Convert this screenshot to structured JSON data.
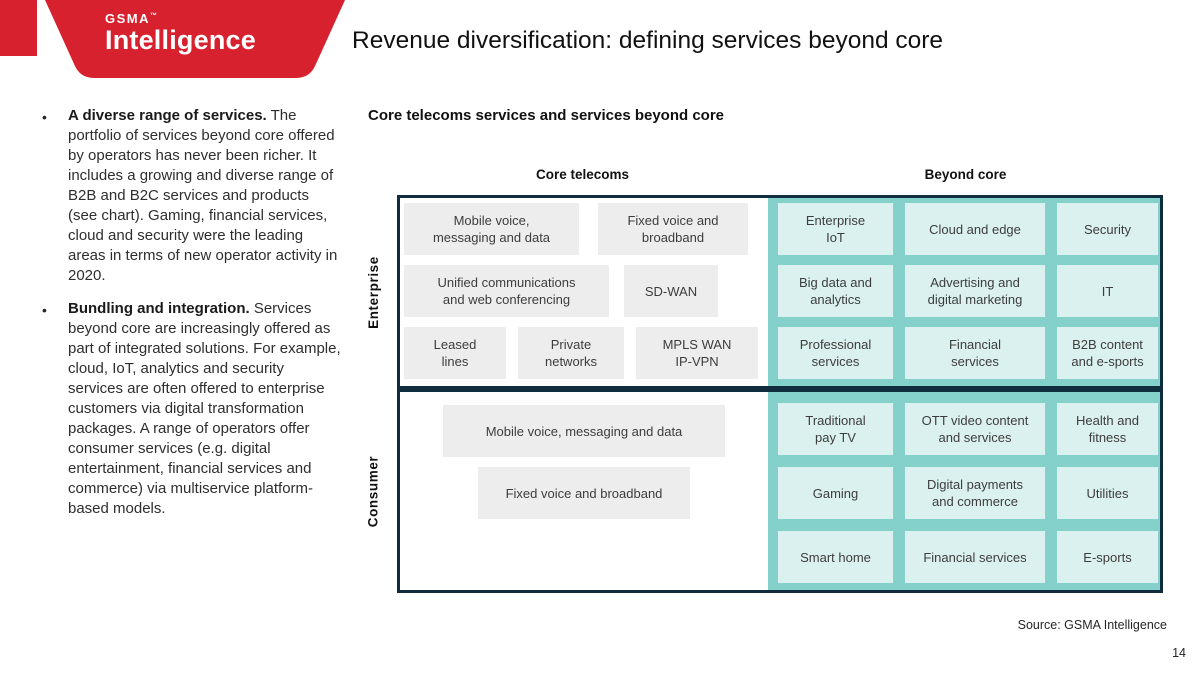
{
  "logo": {
    "brand": "GSMA",
    "tm": "™",
    "product": "Intelligence",
    "red": "#d7212e"
  },
  "header": {
    "title": "Revenue diversification: defining services beyond core"
  },
  "sidebar": {
    "bullets": [
      {
        "lead": "A diverse range of services.",
        "text": "The portfolio of services beyond core offered by operators has never been richer. It includes a growing and diverse range of B2B and B2C services and products (see chart). Gaming, financial services, cloud and security were the leading areas in terms of new operator activity in 2020."
      },
      {
        "lead": "Bundling and integration.",
        "text": "Services beyond core are increasingly offered as part of integrated solutions. For example, cloud, IoT, analytics and security services are often offered to enterprise customers via digital transformation packages. A range of operators offer consumer services (e.g. digital entertainment, financial services and commerce) via multiservice platform-based models."
      }
    ]
  },
  "chart": {
    "heading": "Core telecoms services and services beyond core",
    "col_headers": {
      "core": "Core telecoms",
      "beyond": "Beyond core"
    },
    "row_labels": {
      "enterprise": "Enterprise",
      "consumer": "Consumer"
    },
    "colors": {
      "band_teal": "#84d0ca",
      "cell_teal": "#daf1ef",
      "cell_gray": "#ededed",
      "frame_navy": "#0f2d3d"
    },
    "enterprise": {
      "core": [
        [
          "Mobile voice, messaging and data",
          "Fixed voice and broadband"
        ],
        [
          "Unified communications and web conferencing",
          "SD-WAN"
        ],
        [
          "Leased lines",
          "Private networks",
          "MPLS WAN IP-VPN"
        ]
      ],
      "beyond": [
        [
          "Enterprise IoT",
          "Cloud and edge",
          "Security"
        ],
        [
          "Big data and analytics",
          "Advertising and digital marketing",
          "IT"
        ],
        [
          "Professional services",
          "Financial services",
          "B2B content and e-sports"
        ]
      ]
    },
    "consumer": {
      "core": [
        [
          "Mobile voice, messaging and data"
        ],
        [
          "Fixed voice and broadband"
        ]
      ],
      "beyond": [
        [
          "Traditional pay TV",
          "OTT video content and services",
          "Health and fitness"
        ],
        [
          "Gaming",
          "Digital payments and commerce",
          "Utilities"
        ],
        [
          "Smart home",
          "Financial services",
          "E-sports"
        ]
      ]
    }
  },
  "footer": {
    "source": "Source: GSMA Intelligence",
    "page": "14"
  }
}
